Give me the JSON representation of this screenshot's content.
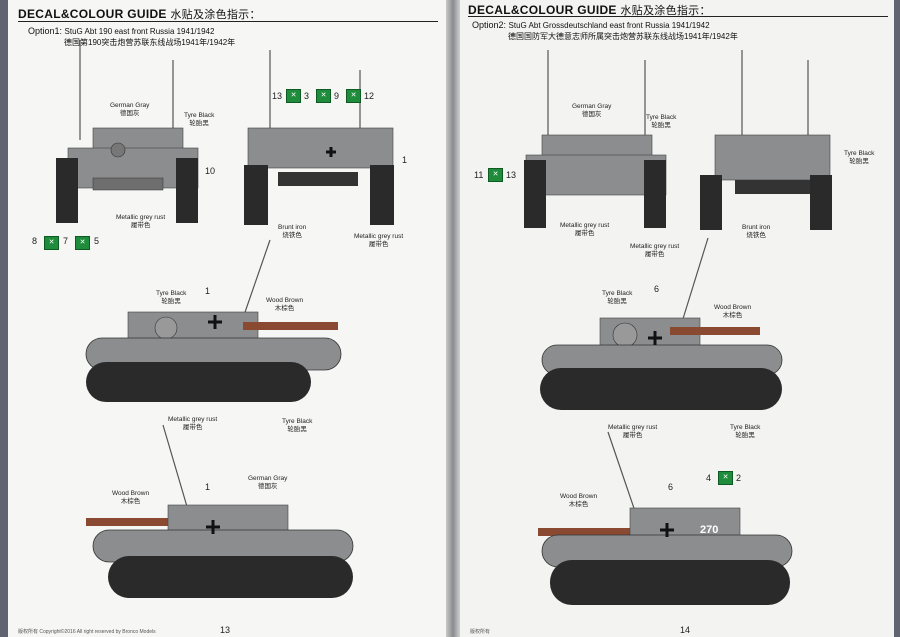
{
  "left_page": {
    "title": "DECAL&COLOUR GUIDE",
    "title_zh": "水贴及涂色指示：",
    "option_label": "Option1:",
    "option_desc": "StuG Abt 190 east front Russia 1941/1942",
    "option_desc_zh": "德国第190突击炮营苏联东线战场1941年/1942年",
    "labels": {
      "german_gray_1": "German Gray",
      "german_gray_1_zh": "德国灰",
      "tyre_black_1": "Tyre Black",
      "tyre_black_1_zh": "轮胎黑",
      "metallic_rust_1": "Metallic grey rust",
      "metallic_rust_1_zh": "履带色",
      "brunt_iron": "Brunt iron",
      "brunt_iron_zh": "烧铁色",
      "metallic_rust_2": "Metallic grey rust",
      "metallic_rust_2_zh": "履带色",
      "tyre_black_2": "Tyre Black",
      "tyre_black_2_zh": "轮胎黑",
      "wood_brown_1": "Wood Brown",
      "wood_brown_1_zh": "木棕色",
      "metallic_rust_3": "Metallic grey rust",
      "metallic_rust_3_zh": "履带色",
      "tyre_black_3": "Tyre Black",
      "tyre_black_3_zh": "轮胎黑",
      "wood_brown_2": "Wood Brown",
      "wood_brown_2_zh": "木棕色",
      "german_gray_2": "German Gray",
      "german_gray_2_zh": "德国灰"
    },
    "numbers": {
      "n10": "10",
      "n8": "8",
      "n7": "7",
      "n5": "5",
      "n13": "13",
      "n3": "3",
      "n9": "9",
      "n12": "12",
      "n1a": "1",
      "n1b": "1",
      "n1c": "1"
    },
    "footer": "版权所有 Copyright©2016 All right reserved by Bronco Models",
    "page_number": "13"
  },
  "right_page": {
    "title": "DECAL&COLOUR GUIDE",
    "title_zh": "水贴及涂色指示：",
    "option_label": "Option2:",
    "option_desc": "StuG Abt Grossdeutschland east front Russia 1941/1942",
    "option_desc_zh": "德国国防军大德意志师所属突击炮营苏联东线战场1941年/1942年",
    "labels": {
      "german_gray": "German Gray",
      "german_gray_zh": "德国灰",
      "tyre_black_1": "Tyre Black",
      "tyre_black_1_zh": "轮胎黑",
      "tyre_black_2": "Tyre Black",
      "tyre_black_2_zh": "轮胎黑",
      "metallic_rust_1": "Metallic grey rust",
      "metallic_rust_1_zh": "履带色",
      "metallic_rust_2": "Metallic grey rust",
      "metallic_rust_2_zh": "履带色",
      "brunt_iron": "Brunt iron",
      "brunt_iron_zh": "烧铁色",
      "tyre_black_3": "Tyre Black",
      "tyre_black_3_zh": "轮胎黑",
      "wood_brown_1": "Wood Brown",
      "wood_brown_1_zh": "木棕色",
      "metallic_rust_3": "Metallic grey rust",
      "metallic_rust_3_zh": "履带色",
      "tyre_black_4": "Tyre Black",
      "tyre_black_4_zh": "轮胎黑",
      "wood_brown_2": "Wood Brown",
      "wood_brown_2_zh": "木棕色"
    },
    "numbers": {
      "n11": "11",
      "n13": "13",
      "n6a": "6",
      "n6b": "6",
      "n4": "4",
      "n2": "2"
    },
    "hull_number": "270",
    "footer": "版权所有",
    "page_number": "14"
  },
  "colors": {
    "german_gray": "#8b8d8f",
    "tyre_black": "#2a2a2a",
    "wood_brown": "#8a4a32",
    "decal_green": "#1f8c3b"
  }
}
